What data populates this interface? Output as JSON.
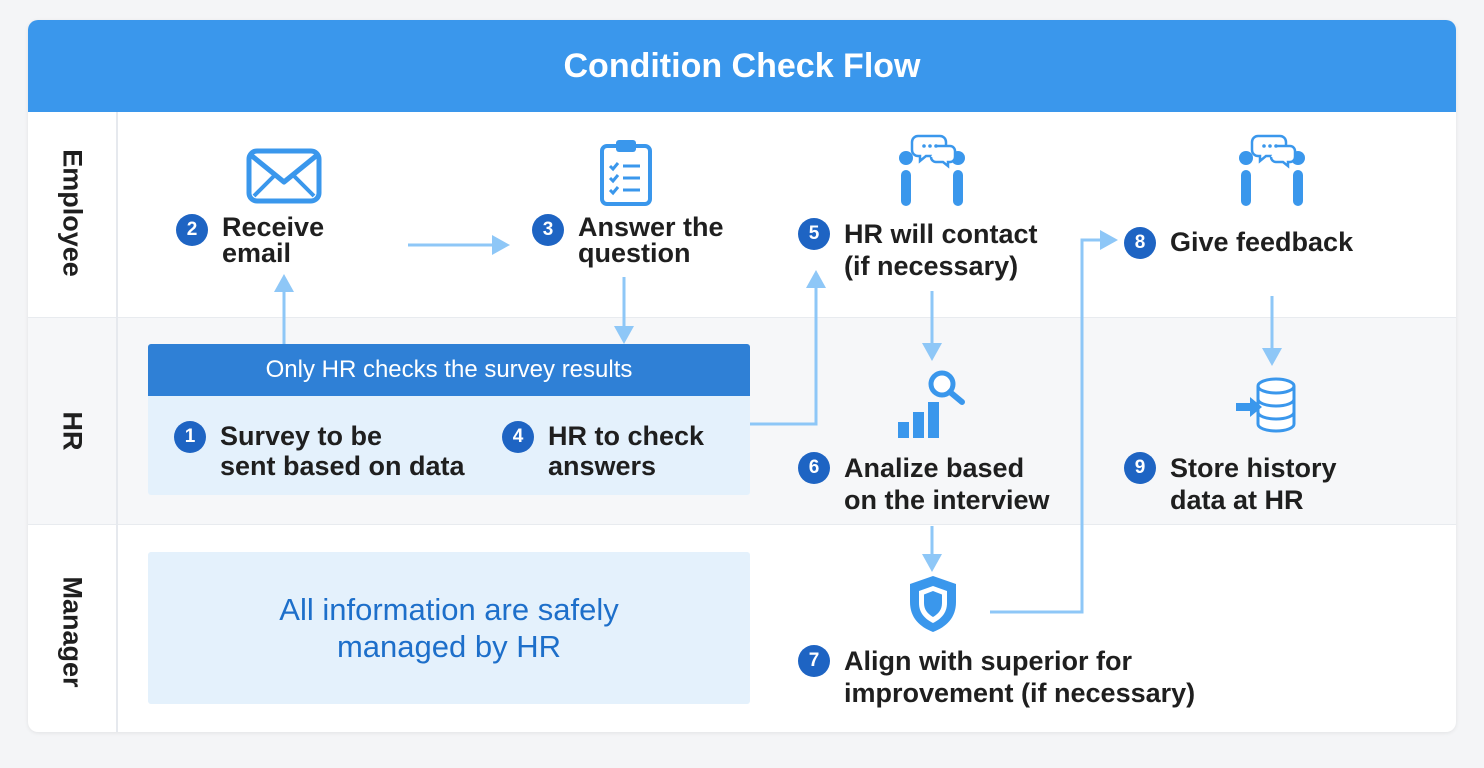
{
  "title": "Condition Check Flow",
  "lanes": {
    "employee": "Employee",
    "hr": "HR",
    "manager": "Manager"
  },
  "hr_box_title": "Only HR checks the survey results",
  "manager_note": "All information are safely\nmanaged by HR",
  "steps": [
    {
      "num": "1",
      "text": "Survey to be\nsent based on data"
    },
    {
      "num": "2",
      "text": "Receive\nemail"
    },
    {
      "num": "3",
      "text": "Answer the\nquestion"
    },
    {
      "num": "4",
      "text": "HR to check\nanswers"
    },
    {
      "num": "5",
      "text": "HR will contact\n(if necessary)"
    },
    {
      "num": "6",
      "text": "Analize based\non the interview"
    },
    {
      "num": "7",
      "text": "Align with superior for\nimprovement (if necessary)"
    },
    {
      "num": "8",
      "text": "Give feedback"
    },
    {
      "num": "9",
      "text": "Store history\ndata at HR"
    }
  ],
  "colors": {
    "header": "#3a97ec",
    "badge": "#1e64c3",
    "arrow": "#8ec7f7",
    "icon": "#3a97ec",
    "box": "#e4f1fc"
  },
  "icons": {
    "step2": "envelope-icon",
    "step3": "clipboard-icon",
    "step5": "people-talk-icon",
    "step6": "analytics-search-icon",
    "step7": "shield-icon",
    "step8": "people-talk-icon",
    "step9": "database-import-icon"
  }
}
